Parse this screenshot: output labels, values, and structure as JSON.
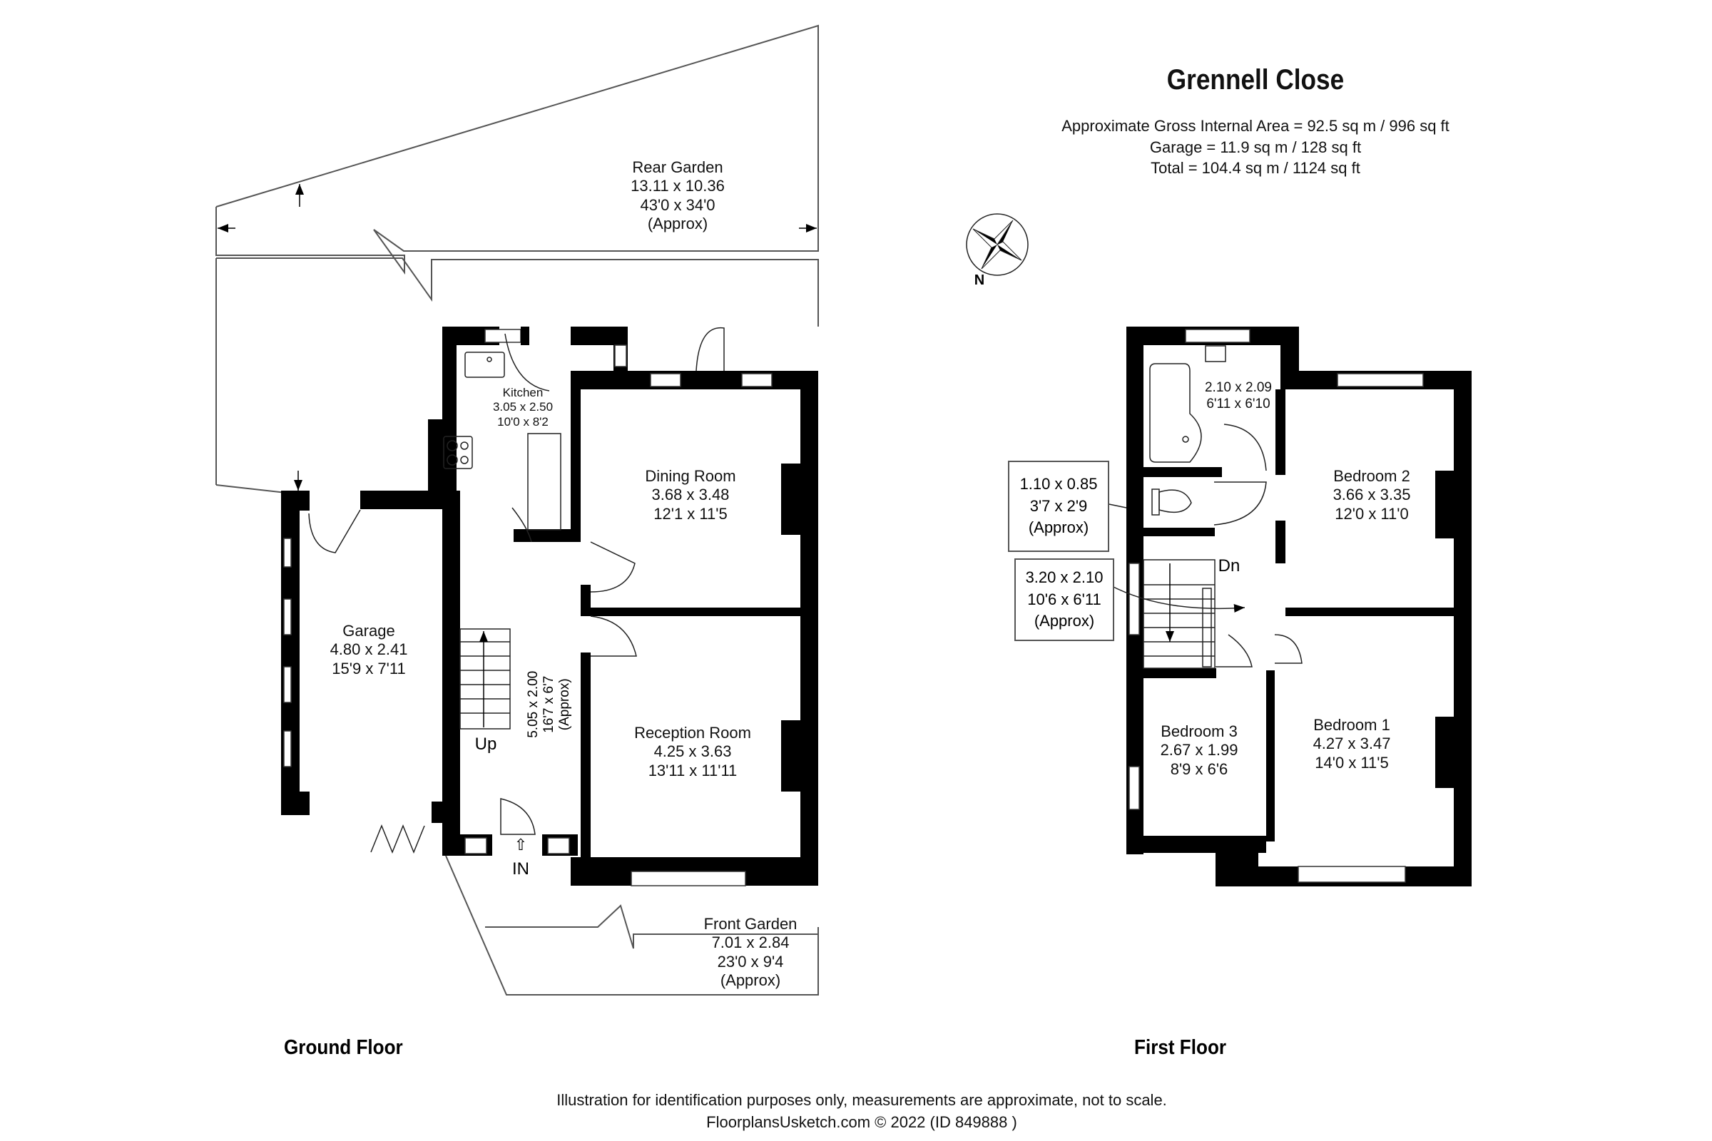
{
  "header": {
    "title": "Grennell Close",
    "area_lines": [
      "Approximate Gross Internal Area = 92.5 sq m / 996 sq ft",
      "Garage = 11.9 sq m / 128 sq ft",
      "Total = 104.4 sq m / 1124 sq ft"
    ]
  },
  "compass": {
    "label": "N"
  },
  "ground_floor": {
    "label": "Ground Floor",
    "rooms": {
      "rear_garden": {
        "name": "Rear Garden",
        "metric": "13.11 x 10.36",
        "imperial": "43'0 x 34'0",
        "note": "(Approx)"
      },
      "kitchen": {
        "name": "Kitchen",
        "metric": "3.05 x 2.50",
        "imperial": "10'0 x 8'2"
      },
      "dining_room": {
        "name": "Dining Room",
        "metric": "3.68 x 3.48",
        "imperial": "12'1 x 11'5"
      },
      "garage": {
        "name": "Garage",
        "metric": "4.80 x 2.41",
        "imperial": "15'9 x 7'11"
      },
      "hallway": {
        "metric": "5.05 x 2.00",
        "imperial": "16'7 x 6'7",
        "note": "(Approx)"
      },
      "reception_room": {
        "name": "Reception Room",
        "metric": "4.25 x 3.63",
        "imperial": "13'11 x 11'11"
      },
      "front_garden": {
        "name": "Front Garden",
        "metric": "7.01 x 2.84",
        "imperial": "23'0 x 9'4",
        "note": "(Approx)"
      }
    },
    "markers": {
      "stairs_up": "Up",
      "entrance": "IN"
    }
  },
  "first_floor": {
    "label": "First Floor",
    "rooms": {
      "bathroom": {
        "metric": "2.10 x 2.09",
        "imperial": "6'11 x 6'10"
      },
      "wc": {
        "metric": "1.10 x 0.85",
        "imperial": "3'7 x 2'9",
        "note": "(Approx)"
      },
      "landing": {
        "metric": "3.20 x 2.10",
        "imperial": "10'6 x 6'11",
        "note": "(Approx)"
      },
      "bedroom_2": {
        "name": "Bedroom 2",
        "metric": "3.66 x 3.35",
        "imperial": "12'0 x 11'0"
      },
      "bedroom_3": {
        "name": "Bedroom 3",
        "metric": "2.67 x 1.99",
        "imperial": "8'9 x 6'6"
      },
      "bedroom_1": {
        "name": "Bedroom 1",
        "metric": "4.27 x 3.47",
        "imperial": "14'0 x 11'5"
      }
    },
    "markers": {
      "stairs_down": "Dn"
    }
  },
  "footer": {
    "disclaimer": "Illustration for identification purposes only, measurements are approximate, not to scale.",
    "credit": "FloorplansUsketch.com © 2022 (ID 849888 )"
  }
}
